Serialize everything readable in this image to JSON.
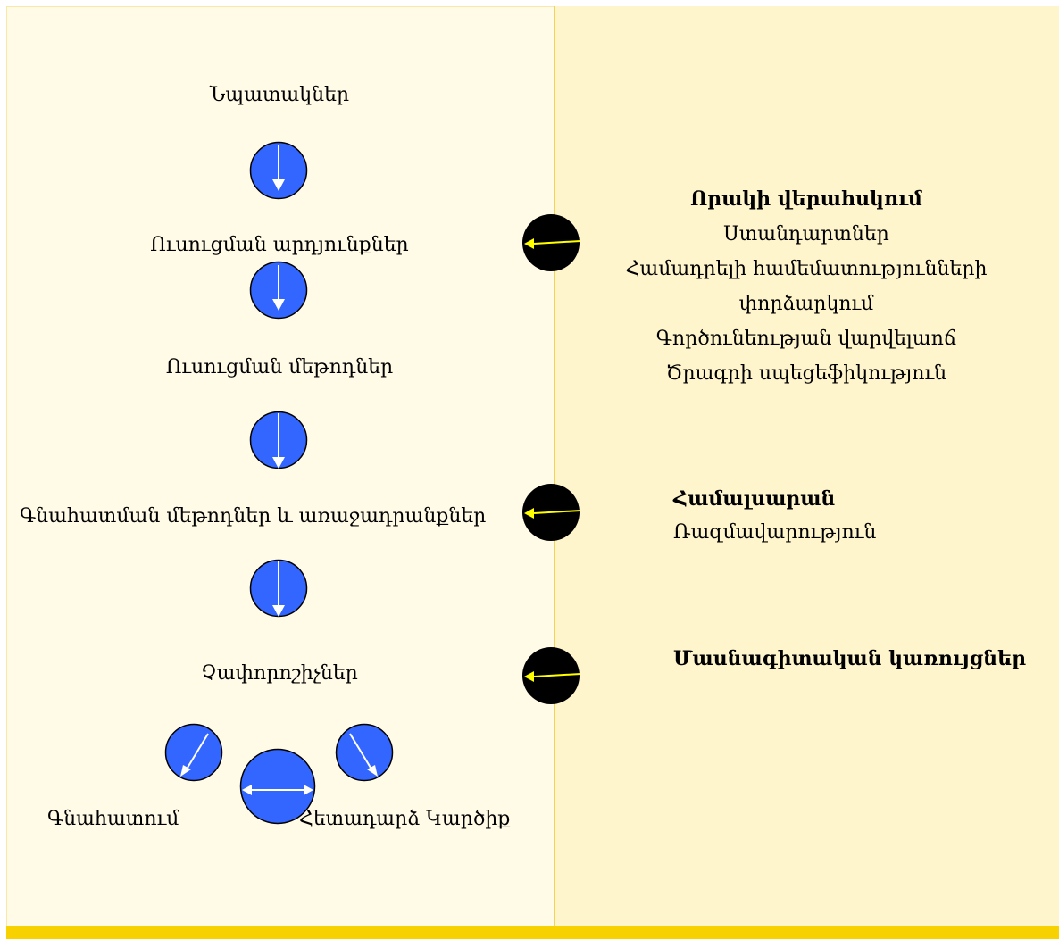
{
  "left_column": {
    "goals": "Նպատակներ",
    "learning_outcomes": "Ուսուցման արդյունքներ",
    "teaching_methods": "Ուսուցման մեթոդներ",
    "assessment_methods": "Գնահատման մեթոդներ և առաջադրանքներ",
    "criteria": "Չափորոշիչներ",
    "assessment": "Գնահատում",
    "feedback": "Հետադարձ Կարծիք"
  },
  "right_column": {
    "quality_control": {
      "title": "Որակի վերահսկում",
      "items": [
        "Ստանդարտներ",
        "Համադրելի համեմատությունների",
        "փորձարկում",
        "Գործունեության վարվելաոճ",
        "Ծրագրի սպեցեֆիկություն"
      ]
    },
    "university": {
      "title": "Համալսարան",
      "items": [
        "Ռազմավարություն"
      ]
    },
    "professional_structures": {
      "title": "Մասնագիտական կառույցներ"
    }
  },
  "colors": {
    "left_bg": "#fffbe7",
    "right_bg": "#fff5cc",
    "blue_node": "#3366ff",
    "black_node": "#000000",
    "yellow_arrow": "#ffff00",
    "bottom_bar": "#f7d100"
  },
  "icons": {
    "down_arrow": "down-arrow-icon",
    "left_arrow": "left-arrow-icon",
    "diagonal_arrow": "diagonal-arrow-icon",
    "double_arrow": "double-arrow-icon"
  }
}
